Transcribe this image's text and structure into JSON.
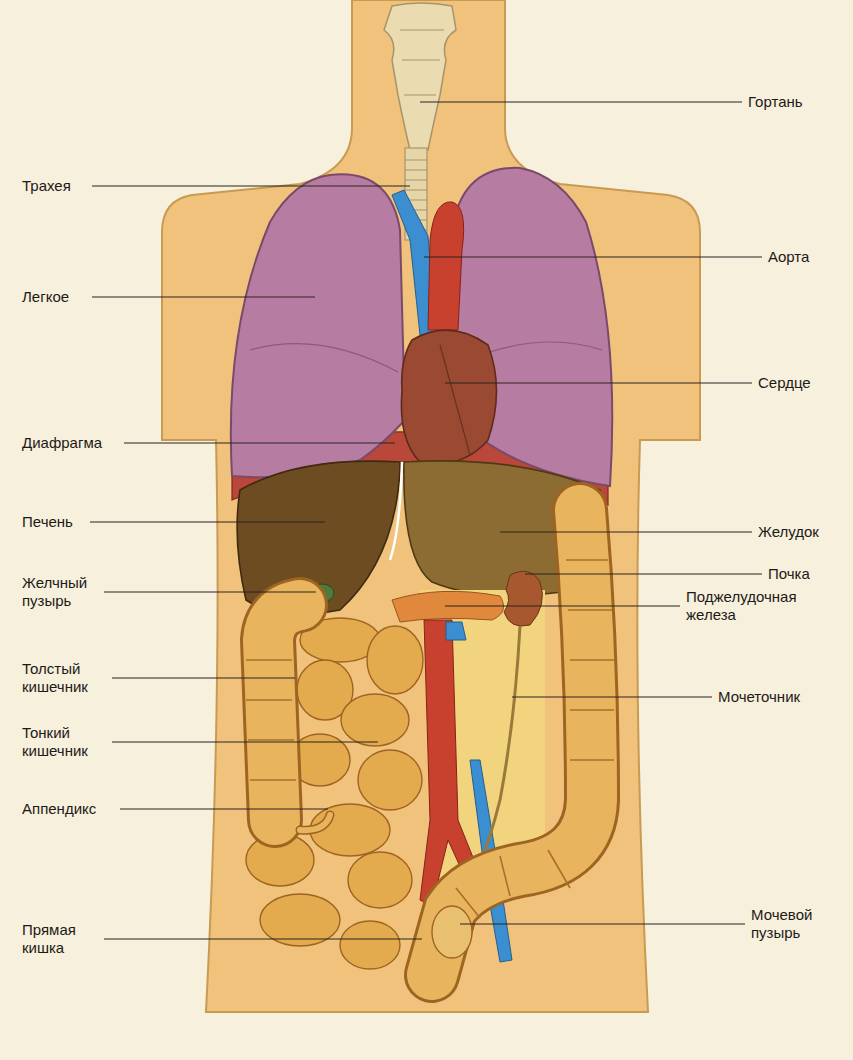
{
  "diagram": {
    "labels": [
      "Гортань",
      "Трахея",
      "Аорта",
      "Легкое",
      "Сердце",
      "Диафрагма",
      "Печень",
      "Желудок",
      "Желчный пузырь",
      "Почка",
      "Поджелудочная железа",
      "Толстый кишечник",
      "Мочеточник",
      "Тонкий кишечник",
      "Аппендикс",
      "Прямая кишка",
      "Мочевой пузырь"
    ]
  }
}
